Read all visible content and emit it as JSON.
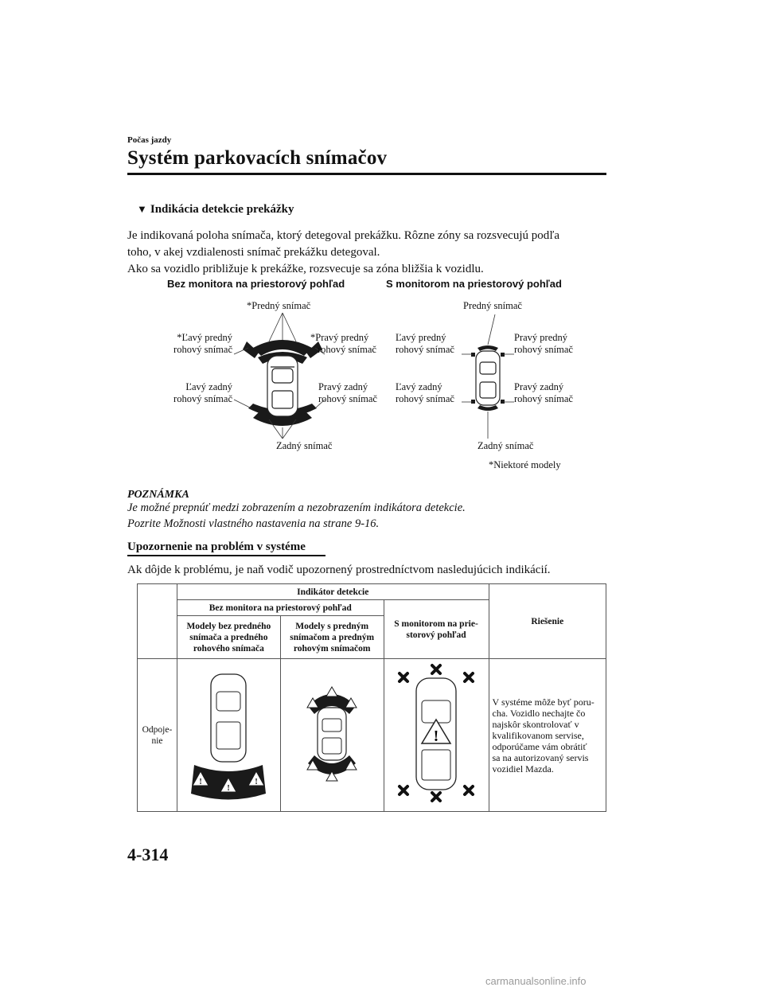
{
  "header": {
    "section": "Počas jazdy",
    "chapter": "Systém parkovacích snímačov"
  },
  "subheading": "Indikácia detekcie prekážky",
  "intro": {
    "line1": "Je indikovaná poloha snímača, ktorý detegoval prekážku. Rôzne zóny sa rozsvecujú podľa",
    "line2": "toho, v akej vzdialenosti snímač prekážku detegoval.",
    "line3": "Ako sa vozidlo približuje k prekážke, rozsvecuje sa zóna bližšia k vozidlu."
  },
  "diagram": {
    "left_title": "Bez monitora na priestorový pohľad",
    "right_title": "S monitorom na priestorový pohľad",
    "asterisk": "*",
    "front": "Predný snímač",
    "lf_1": "Ľavý predný",
    "lf_2": "rohový snímač",
    "rf_1": "Pravý predný",
    "rf_2": "rohový snímač",
    "lr_1": "Ľavý zadný",
    "lr_2": "rohový snímač",
    "rr_1": "Pravý zadný",
    "rr_2": "rohový snímač",
    "rear": "Zadný snímač",
    "footnote": "Niektoré modely"
  },
  "note": {
    "heading": "POZNÁMKA",
    "line1": "Je možné prepnúť medzi zobrazením a nezobrazením indikátora detekcie.",
    "line2": "Pozrite Možnosti vlastného nastavenia na strane 9-16."
  },
  "warning": {
    "heading": "Upozornenie na problém v systéme",
    "text": "Ak dôjde k problému, je naň vodič upozornený prostredníctvom nasledujúcich indikácií."
  },
  "table": {
    "h_indicator": "Indikátor detekcie",
    "h_without": "Bez monitora na priestorový pohľad",
    "h_with_1": "S monitorom na prie-",
    "h_with_2": "storový pohľad",
    "h_solution": "Riešenie",
    "h_no_front_1": "Modely bez predného",
    "h_no_front_2": "snímača a predného",
    "h_no_front_3": "rohového snímača",
    "h_front_1": "Modely s predným",
    "h_front_2": "snímačom a predným",
    "h_front_3": "rohovým snímačom",
    "row_label_1": "Odpoje-",
    "row_label_2": "nie",
    "solution": [
      "V systéme môže byť poru-",
      "cha. Vozidlo nechajte čo",
      "najskôr skontrolovať v",
      "kvalifikovanom servise,",
      "odporúčame vám obrátiť",
      "sa na autorizovaný servis",
      "vozidiel Mazda."
    ]
  },
  "page_number": "4-314",
  "watermark": "carmanualsonline.info"
}
